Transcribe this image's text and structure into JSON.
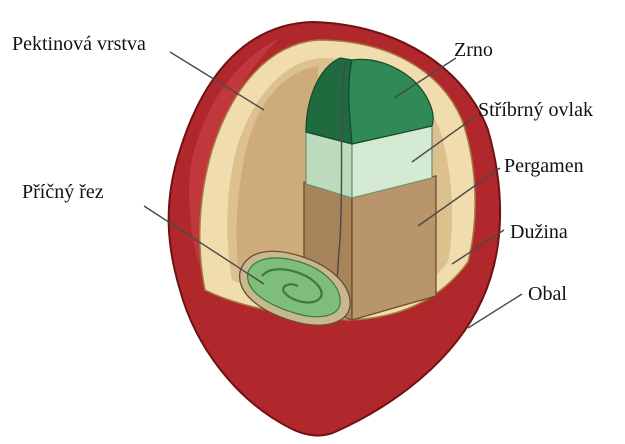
{
  "labels": {
    "pektinova": "Pektinová vrstva",
    "zrno": "Zrno",
    "stribrny": "Stříbrný ovlak",
    "pergamen": "Pergamen",
    "pricny": "Příčný řez",
    "duzina": "Dužina",
    "obal": "Obal"
  },
  "colors": {
    "skin": "#b0282c",
    "skin_dark": "#7a1518",
    "pulp": "#f1dcae",
    "mucilage": "#c9a877",
    "parchment": "#b69063",
    "silverskin": "#cfe5cc",
    "bean": "#2f8a55",
    "bean_dark": "#1f6a3e",
    "cross_section": "#7fbe7a"
  }
}
